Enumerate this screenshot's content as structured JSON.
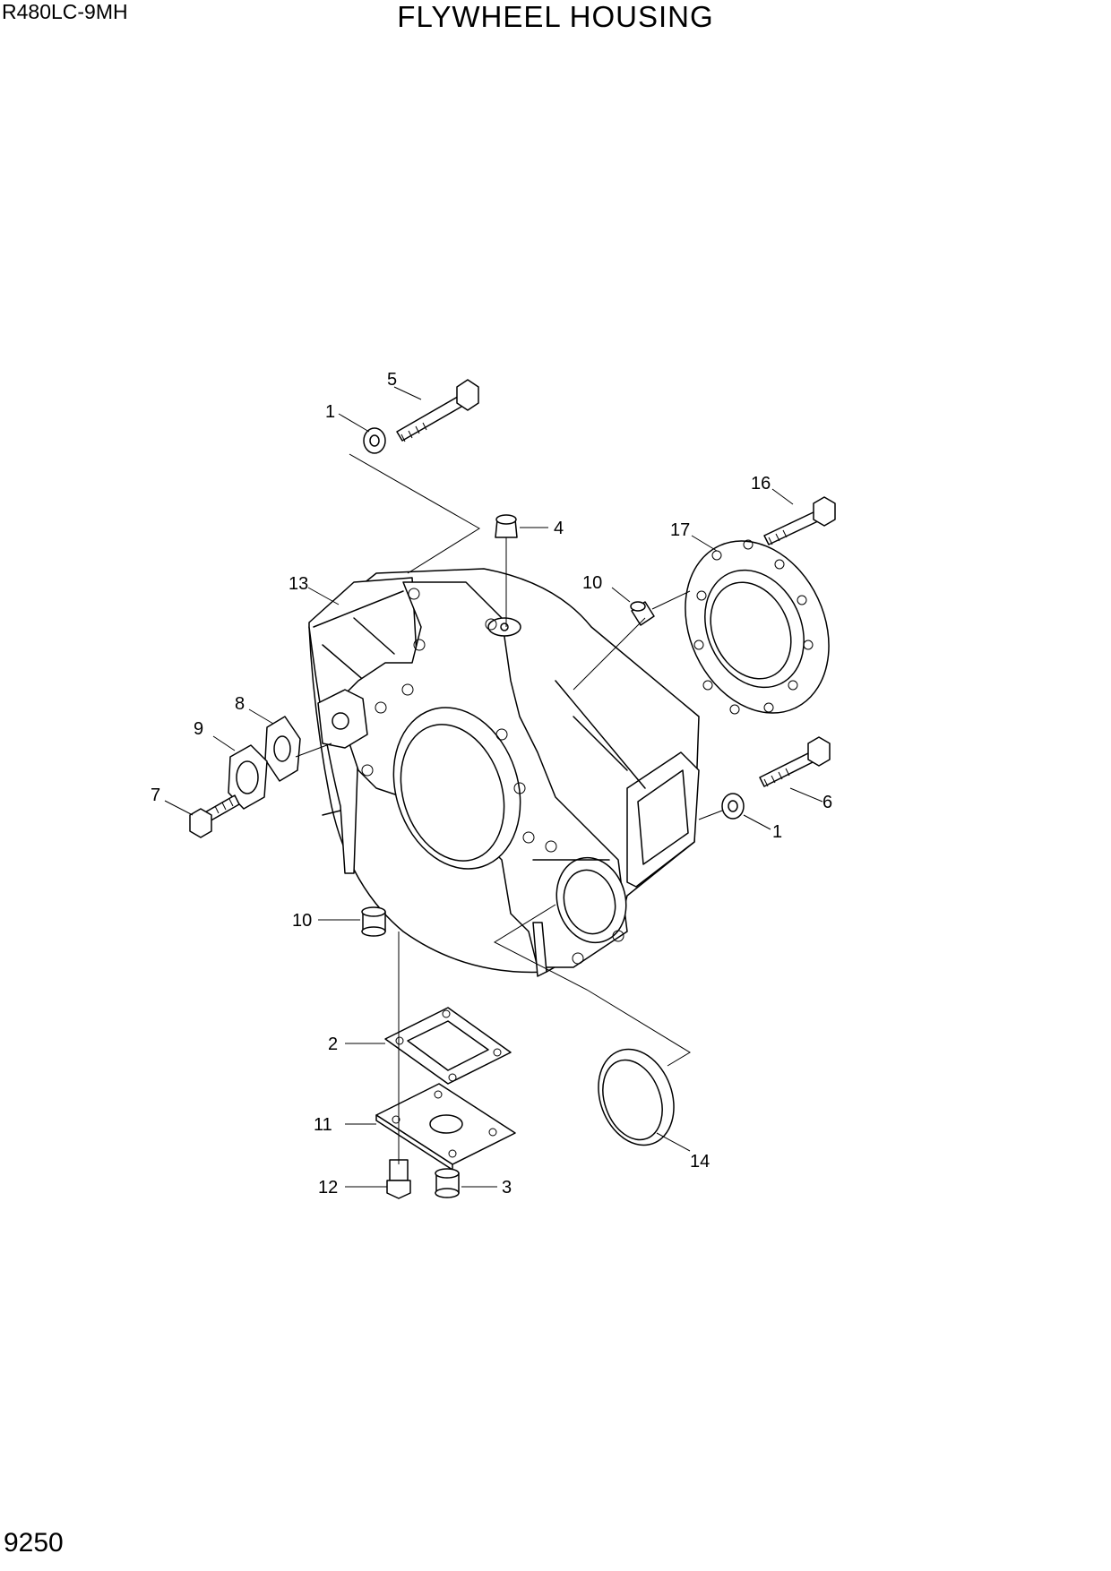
{
  "header": {
    "model": "R480LC-9MH",
    "title": "FLYWHEEL HOUSING"
  },
  "footer": {
    "page_number": "9250"
  },
  "callouts": [
    {
      "id": "c5",
      "label": "5"
    },
    {
      "id": "c1a",
      "label": "1"
    },
    {
      "id": "c4",
      "label": "4"
    },
    {
      "id": "c16",
      "label": "16"
    },
    {
      "id": "c17",
      "label": "17"
    },
    {
      "id": "c13",
      "label": "13"
    },
    {
      "id": "c10a",
      "label": "10"
    },
    {
      "id": "c8",
      "label": "8"
    },
    {
      "id": "c9",
      "label": "9"
    },
    {
      "id": "c7",
      "label": "7"
    },
    {
      "id": "c6",
      "label": "6"
    },
    {
      "id": "c1b",
      "label": "1"
    },
    {
      "id": "c10b",
      "label": "10"
    },
    {
      "id": "c2",
      "label": "2"
    },
    {
      "id": "c11",
      "label": "11"
    },
    {
      "id": "c14",
      "label": "14"
    },
    {
      "id": "c12",
      "label": "12"
    },
    {
      "id": "c3",
      "label": "3"
    }
  ]
}
